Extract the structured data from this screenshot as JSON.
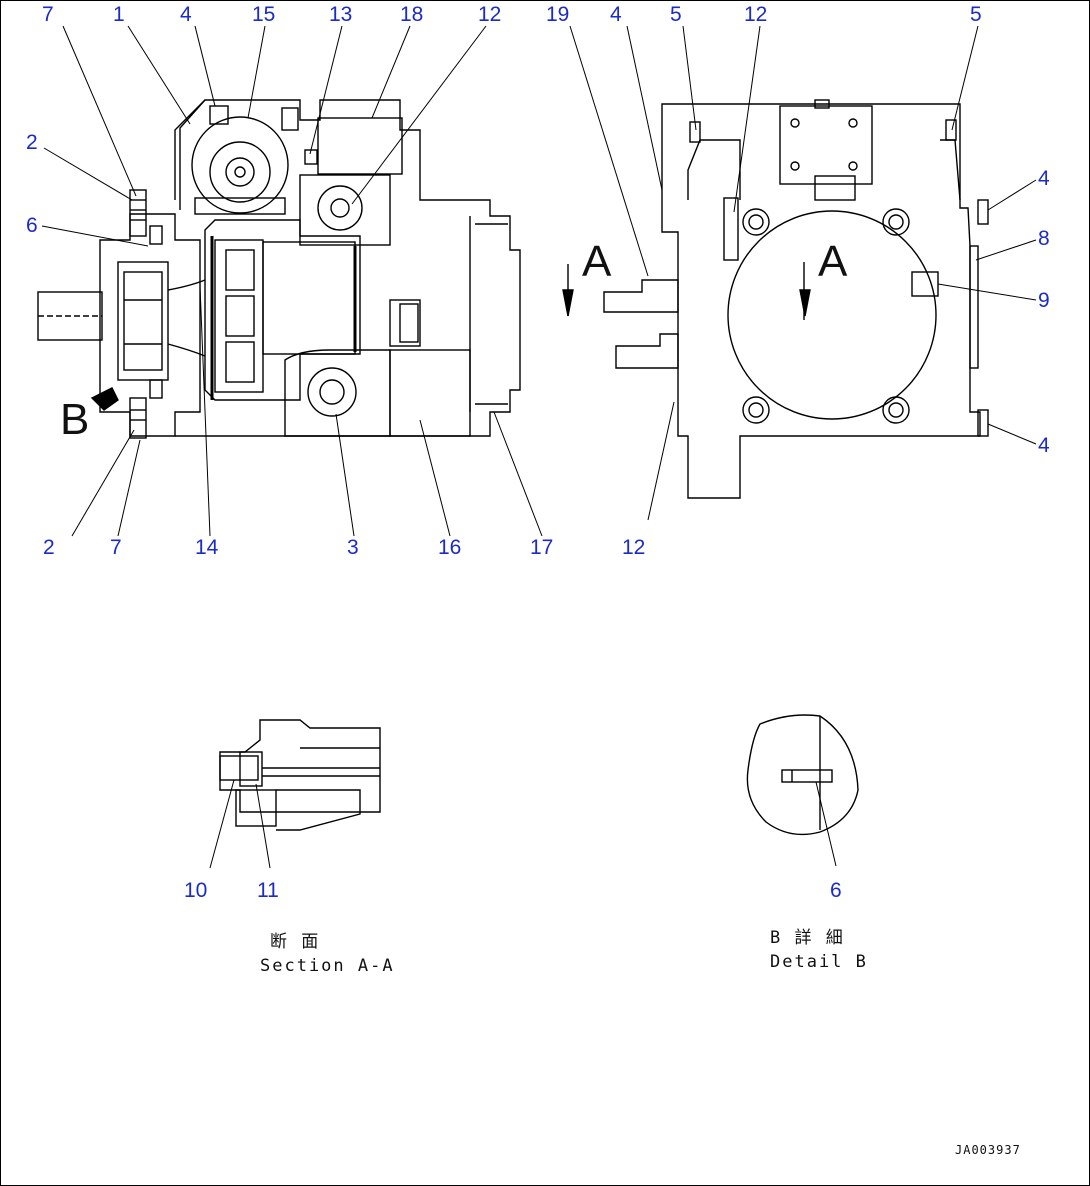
{
  "callouts": {
    "top_left": [
      "7",
      "1",
      "4",
      "15",
      "13",
      "18",
      "12"
    ],
    "top_right": [
      "19",
      "4",
      "5",
      "12",
      "5"
    ],
    "left_side": [
      "2",
      "6"
    ],
    "right_side": [
      "4",
      "8",
      "9",
      "4"
    ],
    "bottom_left": [
      "2",
      "7",
      "14",
      "3",
      "16",
      "17",
      "12"
    ],
    "section_aa": [
      "10",
      "11"
    ],
    "detail_b": [
      "6"
    ]
  },
  "view_markers": {
    "section_arrow_left": "A",
    "section_arrow_right": "A",
    "detail": "B"
  },
  "captions": {
    "section_jp": "断 面",
    "section_en": "Section A-A",
    "detail_jp": "B 詳 細",
    "detail_en": "Detail B"
  },
  "drawing_code": "JA003937",
  "colors": {
    "callout": "#1a2bc8",
    "line": "#000000"
  }
}
